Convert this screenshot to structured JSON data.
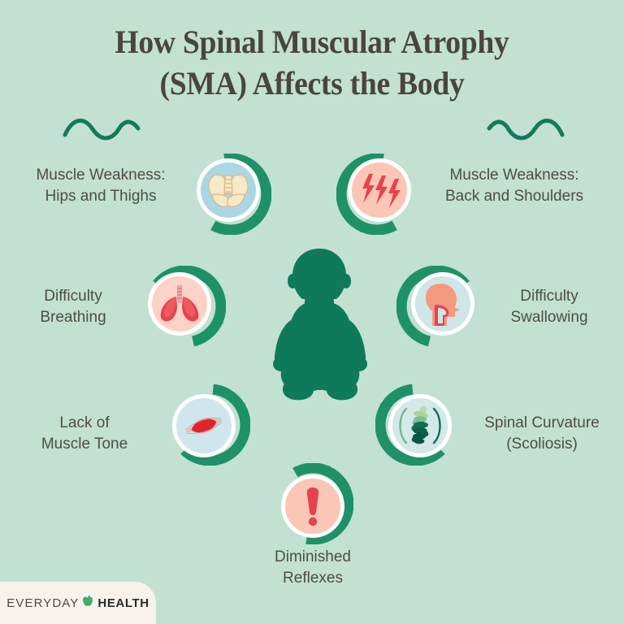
{
  "page": {
    "background_color": "#c2e1d2",
    "title_line_1": "How Spinal Muscular Atrophy",
    "title_line_2": "(SMA) Affects the Body",
    "title_color": "#4a443f",
    "label_color": "#4d4d48",
    "accent_green": "#1e9169",
    "dark_green": "#0d7a5f",
    "figure_green": "#0e7a5a"
  },
  "decor": {
    "squiggle_left_name": "wave-squiggle-icon",
    "squiggle_right_name": "wave-squiggle-icon",
    "squiggle_color": "#14795c"
  },
  "center": {
    "figure_name": "seated-baby-silhouette",
    "figure_color": "#0e7a5a"
  },
  "symptoms": [
    {
      "id": "hips-thighs",
      "label": "Muscle Weakness:\nHips and Thighs",
      "icon": "pelvis-bone-icon",
      "disc_color": "#abd7e2",
      "disc_style": "blue",
      "tail": "down-right"
    },
    {
      "id": "back-shoulders",
      "label": "Muscle Weakness:\nBack and Shoulders",
      "icon": "lightning-pain-icon",
      "disc_color": "#fac6b6",
      "disc_style": "pink",
      "tail": "down-left"
    },
    {
      "id": "breathing",
      "label": "Difficulty\nBreathing",
      "icon": "lungs-icon",
      "disc_color": "#fbd3c6",
      "disc_style": "pink",
      "tail": "right"
    },
    {
      "id": "swallowing",
      "label": "Difficulty\nSwallowing",
      "icon": "head-throat-icon",
      "disc_color": "#cfe6e8",
      "disc_style": "blue",
      "tail": "left"
    },
    {
      "id": "muscle-tone",
      "label": "Lack of\nMuscle Tone",
      "icon": "muscle-fiber-icon",
      "disc_color": "#cfe6ec",
      "disc_style": "blue",
      "tail": "up-right"
    },
    {
      "id": "scoliosis",
      "label": "Spinal Curvature\n(Scoliosis)",
      "icon": "spine-vertebrae-icon",
      "disc_color": "#d3e9e7",
      "disc_style": "mint",
      "tail": "up-left"
    },
    {
      "id": "reflexes",
      "label": "Diminished\nReflexes",
      "icon": "exclamation-mark-icon",
      "disc_color": "#fac6b6",
      "disc_style": "pink",
      "tail": "up"
    }
  ],
  "footer": {
    "logo_word_1": "EVERYDAY",
    "logo_word_2": "HEALTH",
    "logo_icon": "apple-icon",
    "panel_color": "#f7f3ec"
  }
}
